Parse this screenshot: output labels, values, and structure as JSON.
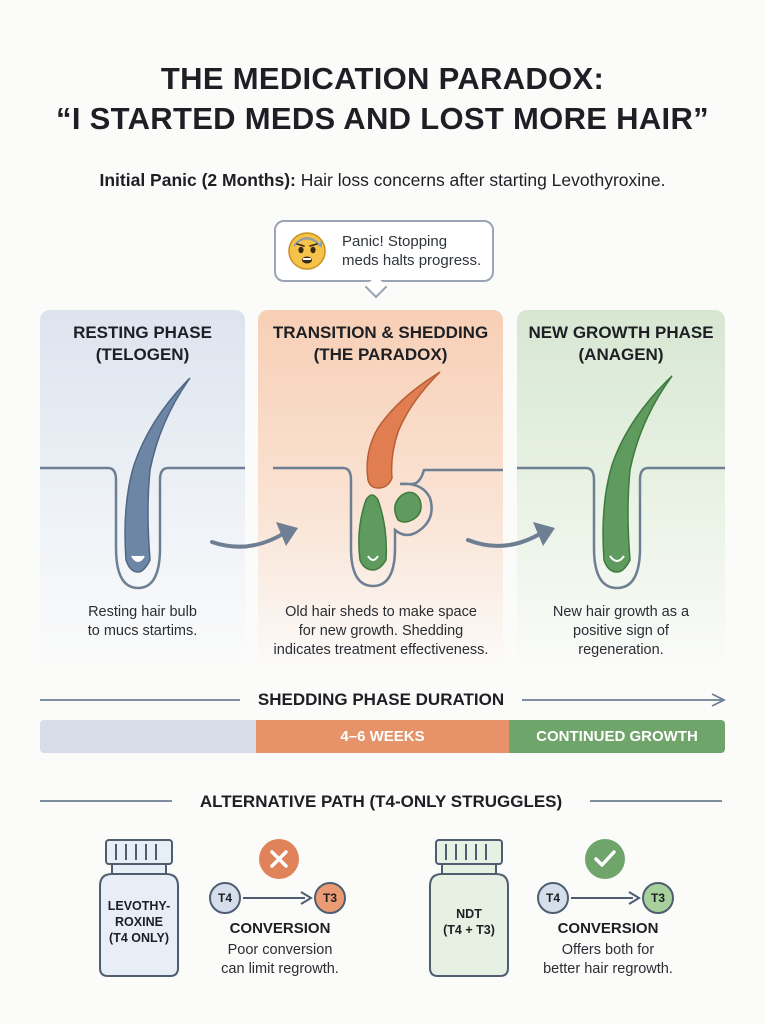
{
  "title": {
    "line1": "THE MEDICATION PARADOX:",
    "line2": "“I STARTED MEDS AND LOST MORE HAIR”"
  },
  "subtitle": {
    "bold": "Initial Panic (2 Months):",
    "text": " Hair loss concerns after starting Levothyroxine."
  },
  "bubble": {
    "line1": "Panic! Stopping",
    "line2": "meds halts progress.",
    "icon": "worried-face-icon"
  },
  "phases": [
    {
      "heading1": "RESTING PHASE",
      "heading2": "(TELOGEN)",
      "desc1": "Resting hair bulb",
      "desc2": "to mucs startims.",
      "color": "#6d86a6"
    },
    {
      "heading1": "TRANSITION & SHEDDING",
      "heading2": "(THE PARADOX)",
      "desc1": "Old hair sheds to make space",
      "desc2": "for new growth. Shedding",
      "desc3": "indicates treatment effectiveness.",
      "color": "#e07e52",
      "color2": "#5f9a5e"
    },
    {
      "heading1": "NEW GROWTH PHASE",
      "heading2": "(ANAGEN)",
      "desc1": "New hair growth as a",
      "desc2": "positive sign of",
      "desc3": "regeneration.",
      "color": "#5f9a5e"
    }
  ],
  "duration": {
    "label": "SHEDDING PHASE DURATION",
    "segments": [
      {
        "label": "",
        "color": "#d7dee9"
      },
      {
        "label": "4–6 WEEKS",
        "color": "#e6936a"
      },
      {
        "label": "CONTINUED GROWTH",
        "color": "#6fa46b"
      }
    ]
  },
  "alternative": {
    "label": "ALTERNATIVE PATH (T4-ONLY STRUGGLES)",
    "left": {
      "bottle1": "LEVOTHY-",
      "bottle2": "ROXINE",
      "bottle3": "(T4 ONLY)",
      "status_icon": "cross-icon",
      "from": "T4",
      "to": "T3",
      "title": "CONVERSION",
      "desc1": "Poor conversion",
      "desc2": "can limit regrowth.",
      "bottle_color": "#e8eef5",
      "status_color": "#e0825a"
    },
    "right": {
      "bottle1": "NDT",
      "bottle2": "(T4 + T3)",
      "status_icon": "check-icon",
      "from": "T4",
      "to": "T3",
      "title": "CONVERSION",
      "desc1": "Offers both for",
      "desc2": "better hair regrowth.",
      "bottle_color": "#e6f0e3",
      "status_color": "#6fa46b"
    }
  }
}
